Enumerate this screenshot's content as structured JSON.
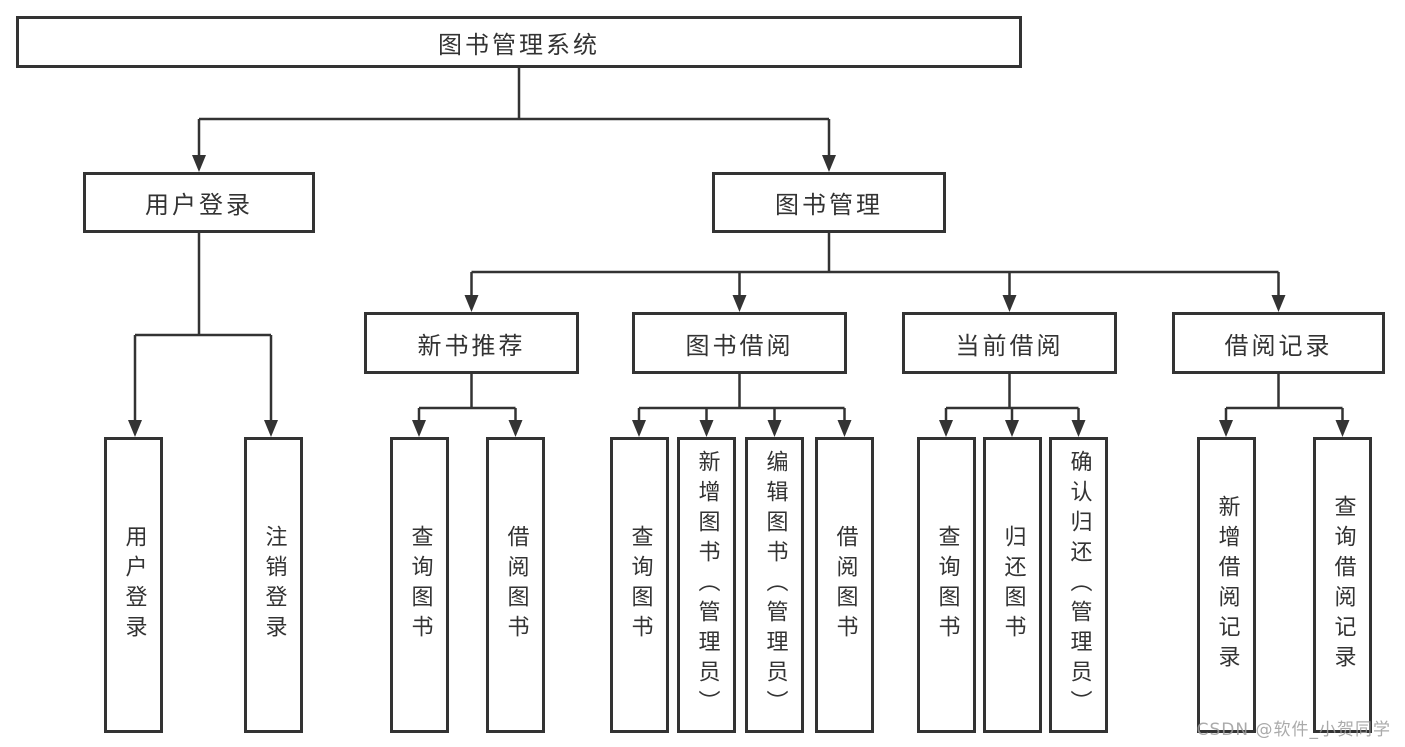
{
  "colors": {
    "line": "#333333",
    "text": "#333333",
    "watermark": "#9c9c9c",
    "background": "#ffffff"
  },
  "tree": {
    "label": "图书管理系统",
    "children": [
      {
        "label": "用户登录",
        "children": [
          {
            "label": "用户登录"
          },
          {
            "label": "注销登录"
          }
        ]
      },
      {
        "label": "图书管理",
        "children": [
          {
            "label": "新书推荐",
            "children": [
              {
                "label": "查询图书"
              },
              {
                "label": "借阅图书"
              }
            ]
          },
          {
            "label": "图书借阅",
            "children": [
              {
                "label": "查询图书"
              },
              {
                "label": "新增图书（管理员）"
              },
              {
                "label": "编辑图书（管理员）"
              },
              {
                "label": "借阅图书"
              }
            ]
          },
          {
            "label": "当前借阅",
            "children": [
              {
                "label": "查询图书"
              },
              {
                "label": "归还图书"
              },
              {
                "label": "确认归还（管理员）"
              }
            ]
          },
          {
            "label": "借阅记录",
            "children": [
              {
                "label": "新增借阅记录"
              },
              {
                "label": "查询借阅记录"
              }
            ]
          }
        ]
      }
    ]
  },
  "watermark": {
    "text": "CSDN @软件_小贺同学"
  }
}
